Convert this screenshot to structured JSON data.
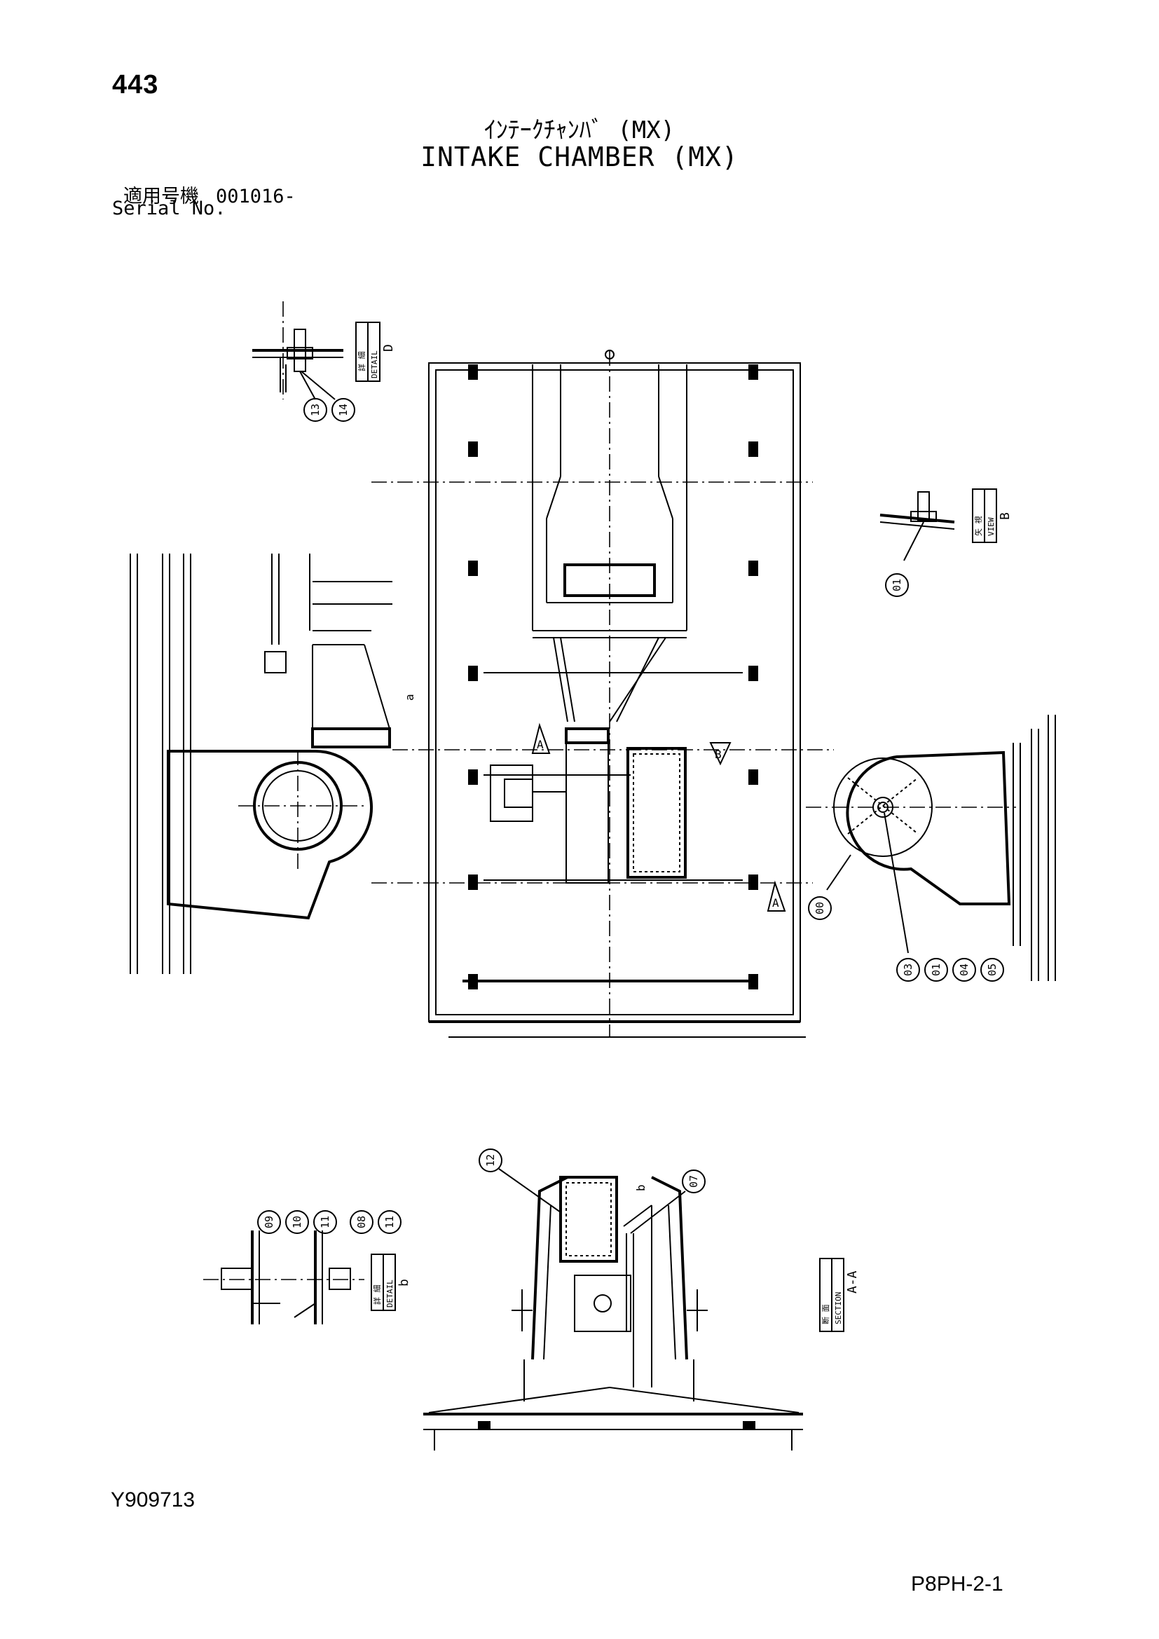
{
  "header": {
    "page_number": "443",
    "title_jp": "ｲﾝﾃｰｸﾁｬﾝﾊﾞ (MX)",
    "title_en": "INTAKE CHAMBER (MX)",
    "serial_label_jp": "適用号機",
    "serial_value": "001016-",
    "serial_label_en": "Serial No."
  },
  "footer": {
    "doc_id": "Y909713",
    "page_code": "P8PH-2-1"
  },
  "views": {
    "detail_d": {
      "label_jp": "詳 細",
      "label_en": "DETAIL",
      "letter": "D"
    },
    "view_b": {
      "label_jp": "矢 視",
      "label_en": "VIEW",
      "letter": "B"
    },
    "detail_b": {
      "label_jp": "詳 細",
      "label_en": "DETAIL",
      "letter": "b"
    },
    "section_aa": {
      "label_jp": "断 面",
      "label_en": "SECTION",
      "letter": "A-A"
    }
  },
  "arrows": {
    "a1": "A",
    "a2": "A",
    "b": "B",
    "lead_a": "a",
    "lead_b": "b"
  },
  "balloons": {
    "n13": "13",
    "n14": "14",
    "n01a": "01",
    "n00": "00",
    "n03": "03",
    "n01b": "01",
    "n04": "04",
    "n05": "05",
    "n12": "12",
    "n07": "07",
    "n09": "09",
    "n10": "10",
    "n11a": "11",
    "n08": "08",
    "n11b": "11"
  }
}
